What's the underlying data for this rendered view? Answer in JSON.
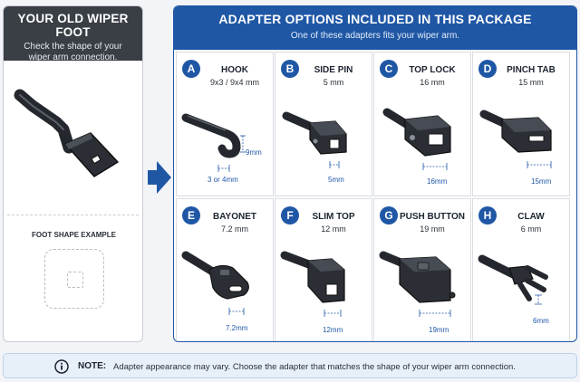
{
  "left": {
    "title": "YOUR OLD WIPER FOOT",
    "subtitle_line1": "Check the shape of your",
    "subtitle_line2": "wiper arm connection.",
    "example_label": "FOOT SHAPE EXAMPLE"
  },
  "right": {
    "title": "ADAPTER OPTIONS INCLUDED IN THIS PACKAGE",
    "subtitle": "One of these adapters fits your wiper arm."
  },
  "adapters": [
    {
      "letter": "A",
      "name": "HOOK",
      "size": "9x3 / 9x4 mm",
      "dim1": "9mm",
      "dim2": "3 or 4mm"
    },
    {
      "letter": "B",
      "name": "SIDE PIN",
      "size": "5 mm",
      "dim1": "5mm"
    },
    {
      "letter": "C",
      "name": "TOP LOCK",
      "size": "16 mm",
      "dim1": "16mm"
    },
    {
      "letter": "D",
      "name": "PINCH TAB",
      "size": "15 mm",
      "dim1": "15mm"
    },
    {
      "letter": "E",
      "name": "BAYONET",
      "size": "7.2 mm",
      "dim1": "7.2mm"
    },
    {
      "letter": "F",
      "name": "SLIM TOP",
      "size": "12 mm",
      "dim1": "12mm"
    },
    {
      "letter": "G",
      "name": "PUSH BUTTON",
      "size": "19 mm",
      "dim1": "19mm"
    },
    {
      "letter": "H",
      "name": "CLAW",
      "size": "6 mm",
      "dim1": "6mm"
    }
  ],
  "note": {
    "label": "NOTE:",
    "text": "Adapter appearance may vary.  Choose the adapter that matches the shape of your wiper arm connection."
  },
  "colors": {
    "accent": "#1f57a5",
    "dark_header": "#3a3f46",
    "part": "#2b2f35",
    "note_bg": "#e7eff9"
  },
  "icons": {
    "arrow": "right-arrow-icon",
    "info": "info-icon"
  }
}
